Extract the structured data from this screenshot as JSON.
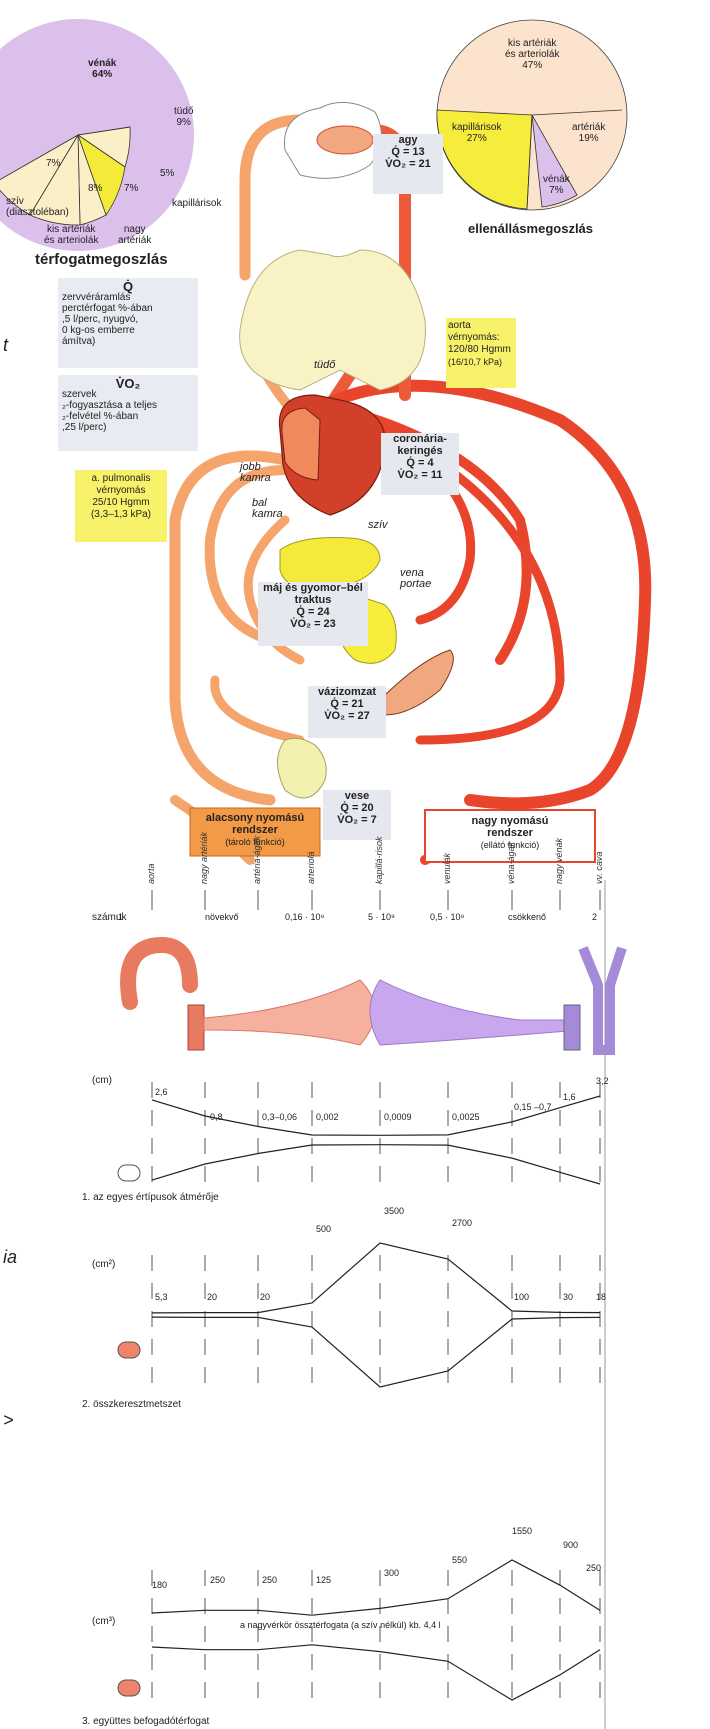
{
  "volume_pie": {
    "title": "térfogatmegoszlás",
    "slices": [
      {
        "label": "vénák",
        "value": "64%",
        "color": "#dcc0ec"
      },
      {
        "label": "tüdő",
        "value": "9%",
        "color": "#fbefc8"
      },
      {
        "label": "kapillárisok",
        "value": "5%",
        "color": "#f4ea3a"
      },
      {
        "label": "nagy artériák",
        "value": "7%",
        "color": "#fbefc8"
      },
      {
        "label": "kis artériák és arteriolák",
        "value": "8%",
        "color": "#fbefc8"
      },
      {
        "label": "szív (diasztoléban)",
        "value": "7%",
        "color": "#fbefc8"
      }
    ],
    "labels": {
      "venak": "vénák",
      "venak_pct": "64%",
      "tudo": "tüdő",
      "tudo_pct": "9%",
      "kap_pct": "5%",
      "kap": "kapillárisok",
      "nagy_pct": "7%",
      "nagy": "nagy",
      "nagy2": "artériák",
      "kis_pct": "8%",
      "kis": "kis artériák",
      "kis2": "és arteriolák",
      "sziv_pct": "7%",
      "sziv": "szív",
      "sziv2": "(diasztoléban)"
    }
  },
  "resistance_pie": {
    "title": "ellenállásmegoszlás",
    "slices": [
      {
        "label": "kis artériák és arteriolák",
        "value": "47%",
        "color": "#fbe3cd"
      },
      {
        "label": "artériák",
        "value": "19%",
        "color": "#fbe3cd"
      },
      {
        "label": "vénák",
        "value": "7%",
        "color": "#dcc0ec"
      },
      {
        "label": "kapillárisok",
        "value": "27%",
        "color": "#f6ec3c"
      }
    ],
    "labels": {
      "kis1": "kis artériák",
      "kis2": "és arteriolák",
      "kis_pct": "47%",
      "kap": "kapillárisok",
      "kap_pct": "27%",
      "art": "artériák",
      "art_pct": "19%",
      "ven": "vénák",
      "ven_pct": "7%"
    }
  },
  "legend": {
    "q_symbol": "Q̇",
    "q_text": [
      "zervvéráramlás",
      "perctérfogat %-ában",
      ",5 l/perc, nyugvó,",
      "0 kg-os emberre",
      "ámítva)"
    ],
    "v_symbol": "V̇O₂",
    "v_text": [
      "szervek",
      "₂-fogyasztása a teljes",
      "₂-felvétel %-ában",
      ",25 l/perc)"
    ]
  },
  "organs": {
    "agy": {
      "name": "agy",
      "q": "= 13",
      "v": "= 21"
    },
    "coronaria": {
      "name1": "coronária-",
      "name2": "keringés",
      "q": "= 4",
      "v": "= 11"
    },
    "maj": {
      "name1": "máj és gyomor–bél",
      "name2": "traktus",
      "q": "= 24",
      "v": "= 23"
    },
    "vazizom": {
      "name": "vázizomzat",
      "q": "= 21",
      "v": "= 27"
    },
    "vese": {
      "name": "vese",
      "q": "= 20",
      "v": "= 7"
    },
    "q_sym": "Q̇",
    "v_sym": "V̇O₂"
  },
  "anatomy": {
    "tudo": "tüdő",
    "jobb": "jobb",
    "kamra1": "kamra",
    "bal": "bal",
    "kamra2": "kamra",
    "sziv": "szív",
    "vena1": "vena",
    "vena2": "portae"
  },
  "aorta_note": {
    "l1": "aorta",
    "l2": "vérnyomás:",
    "l3": "120/80 Hgmm",
    "l4": "(16/10,7 kPa)"
  },
  "pulm_note": {
    "l1": "a. pulmonalis",
    "l2": "vérnyomás",
    "l3": "25/10 Hgmm",
    "l4": "(3,3–1,3 kPa)"
  },
  "low_pressure": {
    "l1": "alacsony nyomású",
    "l2": "rendszer",
    "l3": "(tároló funkció)"
  },
  "high_pressure": {
    "l1": "nagy nyomású",
    "l2": "rendszer",
    "l3": "(ellátó funkció)"
  },
  "side_marks": {
    "a": "t",
    "b": "ia",
    "c": ">"
  },
  "vessel_table": {
    "columns": [
      "aorta",
      "nagy artériák",
      "artéria-ágak",
      "arteriolá",
      "kapillá-risok",
      "venulák",
      "véna-ágak",
      "nagy vénák",
      "vv. cava"
    ],
    "count_label": "számuk",
    "counts": [
      "1",
      "növekvő",
      "0,16 · 10⁹",
      "5 · 10⁹",
      "0,5 · 10⁹",
      "csökkenő",
      "2"
    ]
  },
  "chart_data": [
    {
      "type": "area",
      "title": "1. az egyes értípusok átmérője",
      "ylabel": "(cm)",
      "categories": [
        "aorta",
        "nagy artériák",
        "artéria-ágak",
        "arteriolá",
        "kapillá-risok",
        "venulák",
        "véna-ágak",
        "nagy vénák",
        "vv. cava"
      ],
      "values_labels": [
        "2,6",
        "0,8",
        "0,3–0,06",
        "0,002",
        "0,0009",
        "0,0025",
        "0,15 –0,7",
        "1,6",
        "3,2"
      ]
    },
    {
      "type": "area",
      "title": "2. összkeresztmetszet",
      "ylabel": "(cm²)",
      "categories": [
        "aorta",
        "nagy artériák",
        "artéria-ágak",
        "arteriolá",
        "kapillá-risok",
        "venulák",
        "véna-ágak",
        "nagy vénák",
        "vv. cava"
      ],
      "values": [
        5.3,
        20,
        20,
        500,
        3500,
        2700,
        100,
        30,
        18
      ],
      "values_labels": [
        "5,3",
        "20",
        "20",
        "500",
        "3500",
        "2700",
        "100",
        "30",
        "18"
      ]
    },
    {
      "type": "area",
      "title": "3. együttes befogadótérfogat",
      "ylabel": "(cm³)",
      "note": "a nagyvérkör össztérfogata (a szív nélkül) kb. 4,4 l",
      "categories": [
        "aorta",
        "nagy artériák",
        "artéria-ágak",
        "arteriolá",
        "kapillá-risok",
        "venulák",
        "véna-ágak",
        "nagy vénák",
        "vv. cava"
      ],
      "values": [
        180,
        250,
        250,
        125,
        300,
        550,
        1550,
        900,
        250
      ],
      "values_labels": [
        "180",
        "250",
        "250",
        "125",
        "300",
        "550",
        "1550",
        "900",
        "250"
      ]
    }
  ]
}
